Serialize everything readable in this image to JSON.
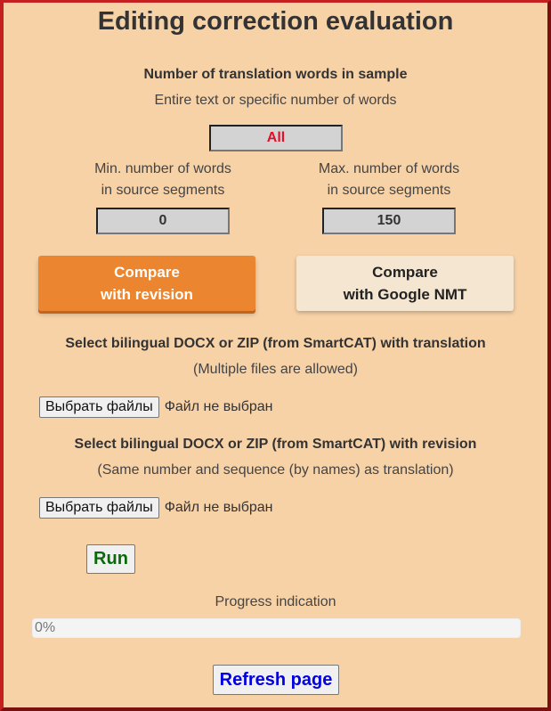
{
  "title": "Editing correction evaluation",
  "sample": {
    "heading": "Number of translation words in sample",
    "subheading": "Entire text or specific number of words",
    "value": "All"
  },
  "min": {
    "label1": "Min. number of words",
    "label2": "in source segments",
    "value": "0"
  },
  "max": {
    "label1": "Max. number of words",
    "label2": "in source segments",
    "value": "150"
  },
  "compare_revision": {
    "line1": "Compare",
    "line2": "with revision"
  },
  "compare_nmt": {
    "line1": "Compare",
    "line2": "with Google NMT"
  },
  "translation_files": {
    "heading": "Select bilingual DOCX or ZIP (from SmartCAT) with translation",
    "note": "(Multiple files are allowed)",
    "button": "Выбрать файлы",
    "status": "Файл не выбран"
  },
  "revision_files": {
    "heading": "Select bilingual DOCX or ZIP (from SmartCAT) with revision",
    "note": "(Same number and sequence (by names) as translation)",
    "button": "Выбрать файлы",
    "status": "Файл не выбран"
  },
  "run_label": "Run",
  "progress": {
    "label": "Progress indication",
    "text": "0%",
    "value": 0
  },
  "refresh_label": "Refresh page",
  "colors": {
    "background": "#f8d2a7",
    "accent": "#eb8530",
    "all_text": "#e0102a",
    "run": "#0a6a0a",
    "refresh": "#0000e0"
  }
}
